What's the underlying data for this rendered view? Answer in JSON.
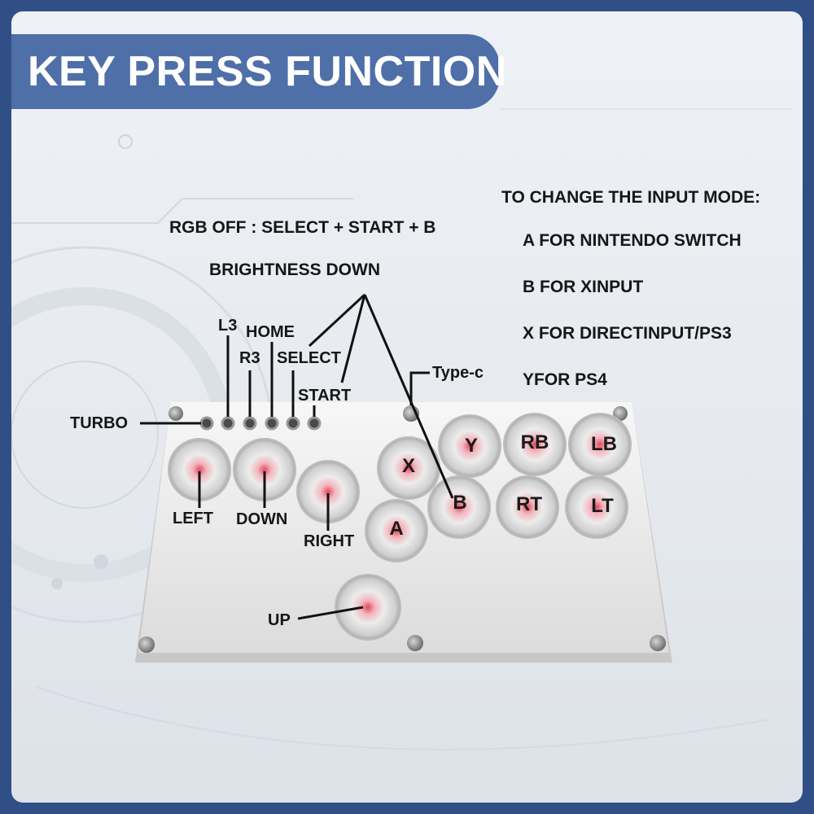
{
  "title": "KEY PRESS FUNCTION",
  "rgb_note": "RGB OFF : SELECT + START + B",
  "brightness_note": "BRIGHTNESS DOWN",
  "input_mode": {
    "heading": "TO CHANGE THE INPUT MODE:",
    "items": [
      "A FOR NINTENDO SWITCH",
      "B FOR XINPUT",
      "X FOR DIRECTINPUT/PS3",
      "YFOR PS4"
    ]
  },
  "small_buttons": {
    "turbo": "TURBO",
    "l3": "L3",
    "r3": "R3",
    "home": "HOME",
    "select": "SELECT",
    "start": "START",
    "type_c": "Type-c"
  },
  "direction_labels": {
    "left": "LEFT",
    "down": "DOWN",
    "right": "RIGHT",
    "up": "UP"
  },
  "face_buttons": {
    "x": "X",
    "y": "Y",
    "rb": "RB",
    "lb": "LB",
    "a": "A",
    "b": "B",
    "rt": "RT",
    "lt": "LT"
  },
  "colors": {
    "banner": "#4f6fa8",
    "frame": "#2f4f86",
    "led": "#e0596a"
  }
}
